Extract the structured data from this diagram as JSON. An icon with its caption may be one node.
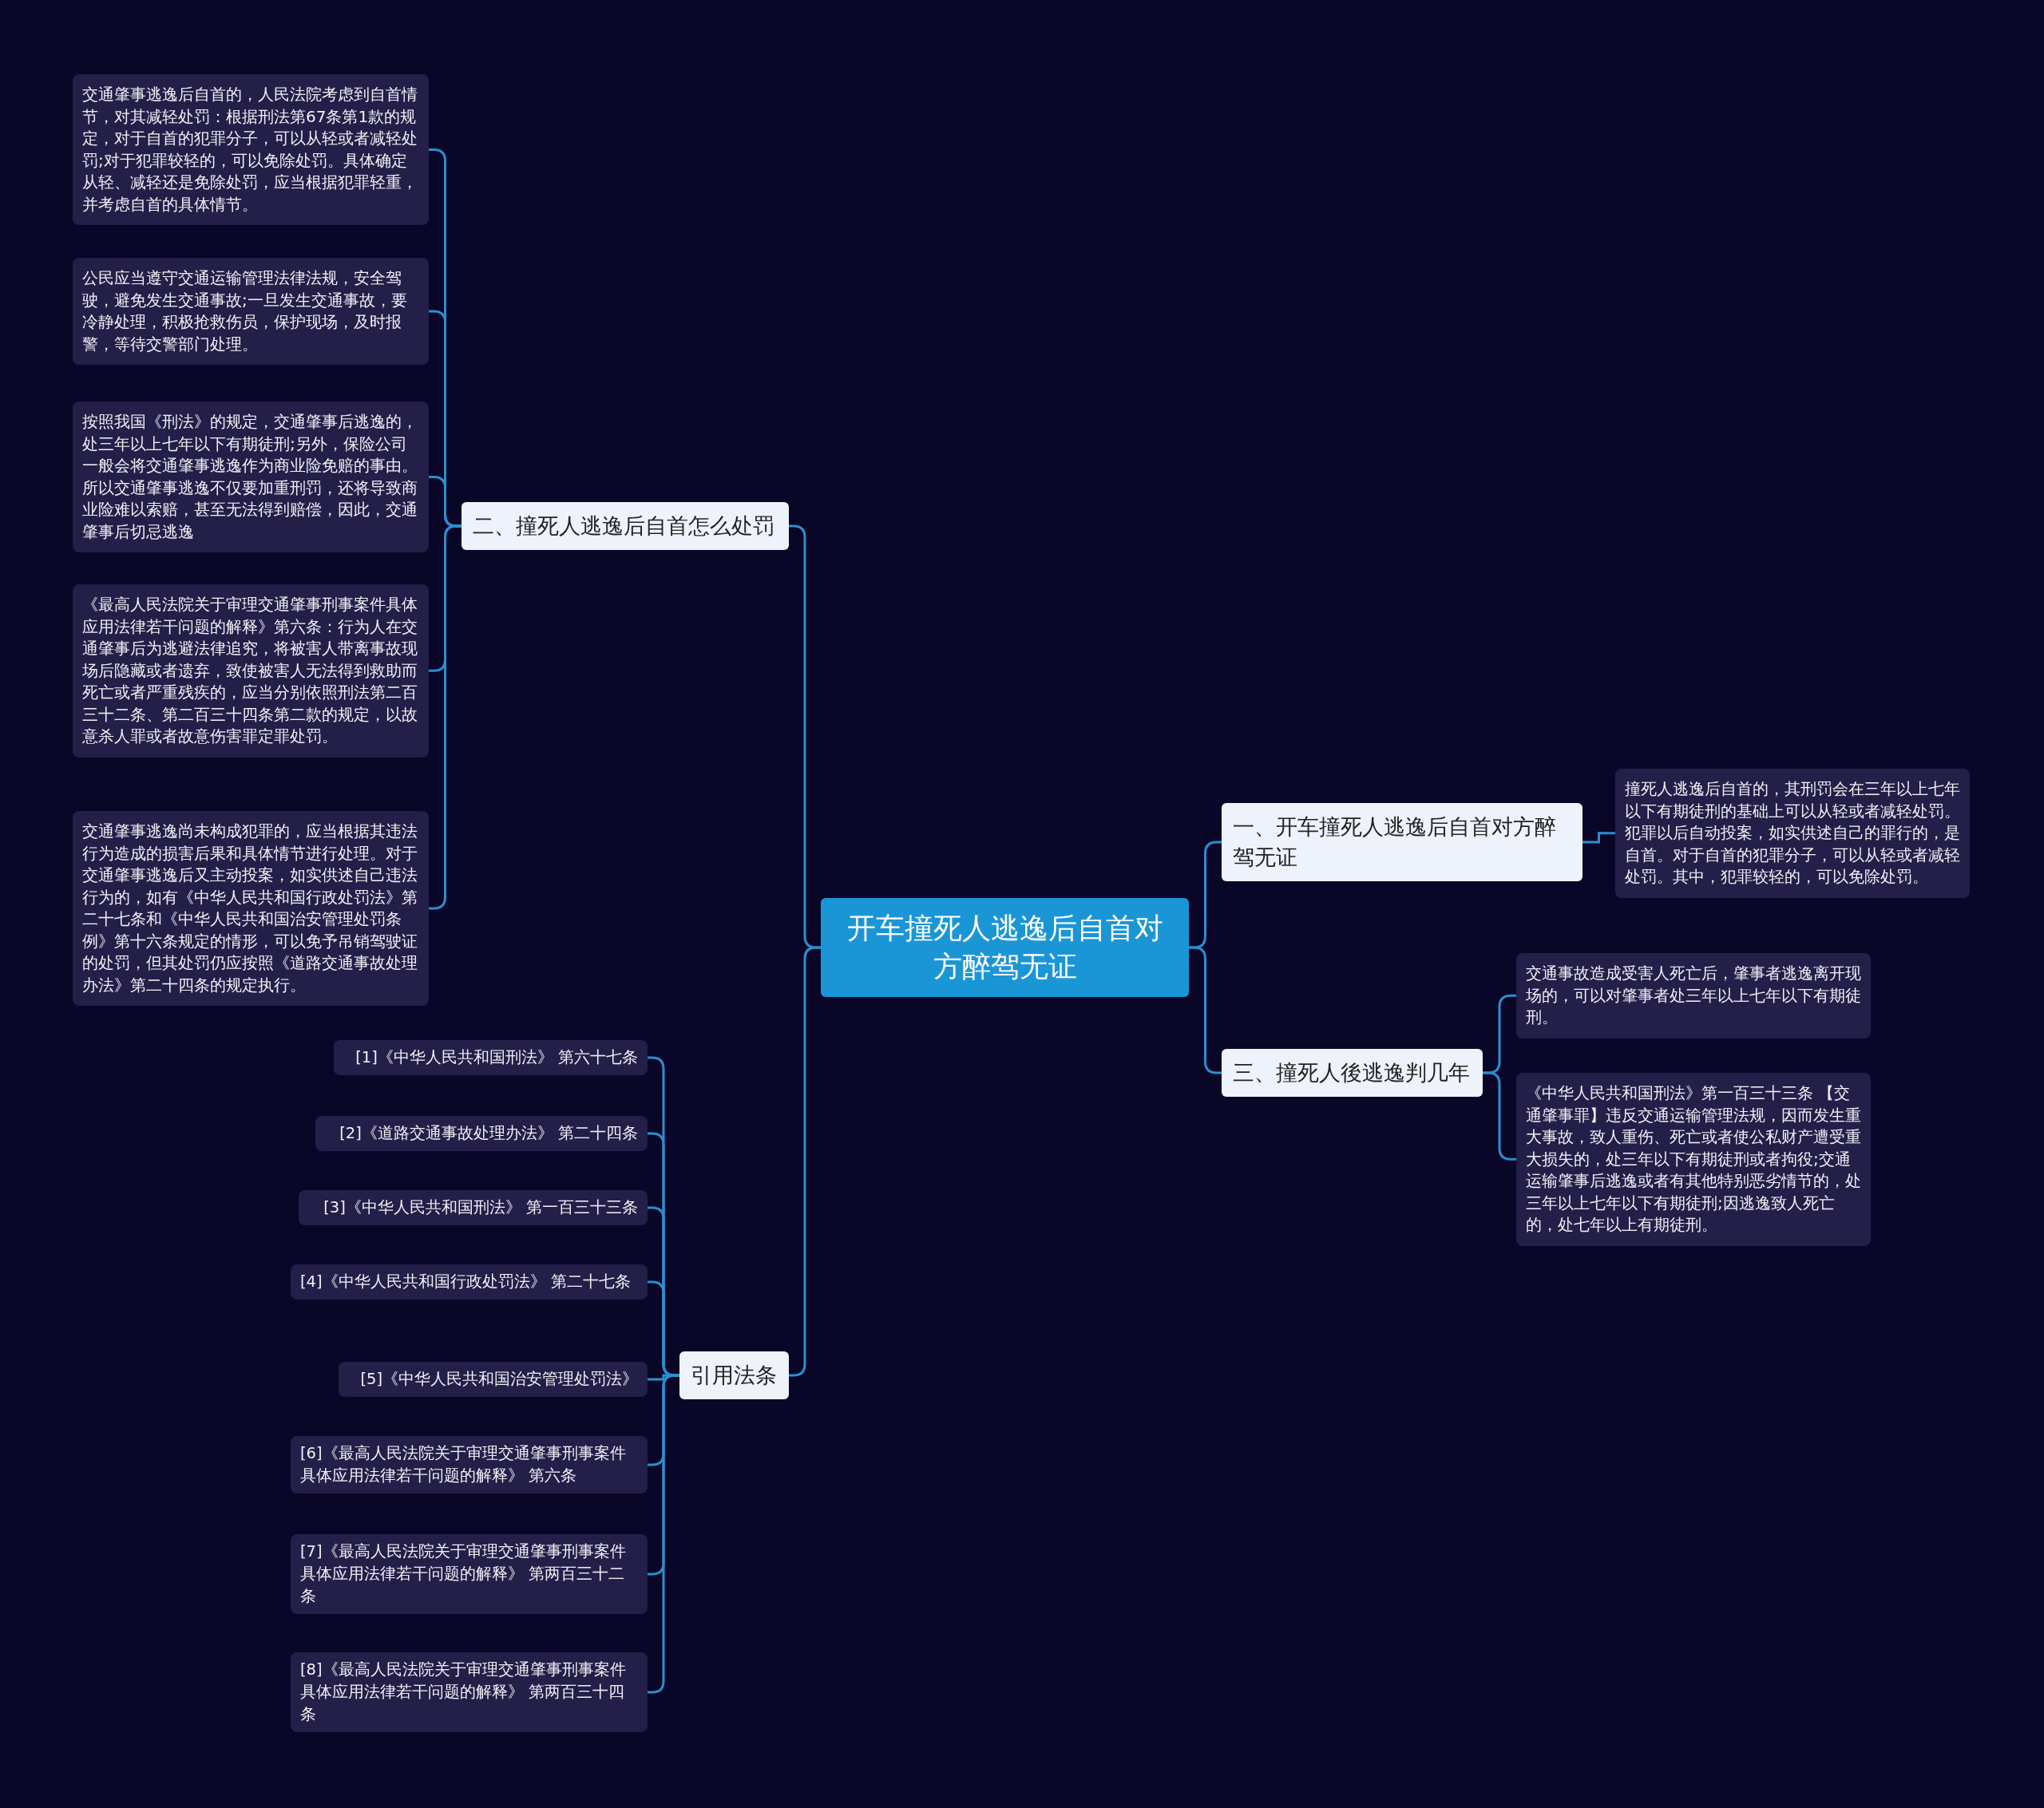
{
  "diagram": {
    "nodes": [
      {
        "text": [
          "开车撞死人逃逸后自首对方醉驾无证"
        ]
      },
      {
        "text": [
          "一、开车撞死人逃逸后自首对方醉驾无证"
        ]
      },
      {
        "text": [
          "撞死人逃逸后自首的，其刑罚会在三年以上七年以下有期徒刑的基础上可以从轻或者减轻处罚。犯罪以后自动投案，如实供述自己的罪行的，是自首。对于自首的犯罪分子，可以从轻或者减轻处罚。其中，犯罪较轻的，可以免除处罚。"
        ]
      },
      {
        "text": [
          "三、撞死人後逃逸判几年"
        ]
      },
      {
        "text": [
          "交通事故造成受害人死亡后，肇事者逃逸离开现场的，可以对肇事者处三年以上七年以下有期徒刑。"
        ]
      },
      {
        "text": [
          "《中华人民共和国刑法》第一百三十三条 【交通肇事罪】违反交通运输管理法规，因而发生重大事故，致人重伤、死亡或者使公私财产遭受重大损失的，处三年以下有期徒刑或者拘役;交通运输肇事后逃逸或者有其他特别恶劣情节的，处三年以上七年以下有期徒刑;因逃逸致人死亡的，处七年以上有期徒刑。"
        ]
      },
      {
        "text": [
          "二、撞死人逃逸后自首怎么处罚"
        ]
      },
      {
        "text": [
          "交通肇事逃逸后自首的，人民法院考虑到自首情节，对其减轻处罚：根据刑法第67条第1款的规定，对于自首的犯罪分子，可以从轻或者减轻处罚;对于犯罪较轻的，可以免除处罚。具体确定从轻、减轻还是免除处罚，应当根据犯罪轻重，并考虑自首的具体情节。"
        ]
      },
      {
        "text": [
          "公民应当遵守交通运输管理法律法规，安全驾驶，避免发生交通事故;一旦发生交通事故，要冷静处理，积极抢救伤员，保护现场，及时报警，等待交警部门处理。"
        ]
      },
      {
        "text": [
          "按照我国《刑法》的规定，交通肇事后逃逸的，处三年以上七年以下有期徒刑;另外，保险公司一般会将交通肇事逃逸作为商业险免赔的事由。所以交通肇事逃逸不仅要加重刑罚，还将导致商业险难以索赔，甚至无法得到赔偿，因此，交通肇事后切忌逃逸"
        ]
      },
      {
        "text": [
          "《最高人民法院关于审理交通肇事刑事案件具体应用法律若干问题的解释》第六条：行为人在交通肇事后为逃避法律追究，将被害人带离事故现场后隐藏或者遗弃，致使被害人无法得到救助而死亡或者严重残疾的，应当分别依照刑法第二百三十二条、第二百三十四条第二款的规定，以故意杀人罪或者故意伤害罪定罪处罚。"
        ]
      },
      {
        "text": [
          "交通肇事逃逸尚未构成犯罪的，应当根据其违法行为造成的损害后果和具体情节进行处理。对于交通肇事逃逸后又主动投案，如实供述自己违法行为的，如有《中华人民共和国行政处罚法》第二十七条和《中华人民共和国治安管理处罚条例》第十六条规定的情形，可以免予吊销驾驶证的处罚，但其处罚仍应按照《道路交通事故处理办法》第二十四条的规定执行。"
        ]
      },
      {
        "text": [
          "引用法条"
        ]
      },
      {
        "text": [
          "[1]《中华人民共和国刑法》 第六十七条"
        ]
      },
      {
        "text": [
          "[2]《道路交通事故处理办法》 第二十四条"
        ]
      },
      {
        "text": [
          "[3]《中华人民共和国刑法》 第一百三十三条"
        ]
      },
      {
        "text": [
          "[4]《中华人民共和国行政处罚法》 第二十七条"
        ]
      },
      {
        "text": [
          "[5]《中华人民共和国治安管理处罚法》"
        ]
      },
      {
        "text": [
          "[6]《最高人民法院关于审理交通肇事刑事案件具体应用法律若干问题的解释》 第六条"
        ]
      },
      {
        "text": [
          "[7]《最高人民法院关于审理交通肇事刑事案件具体应用法律若干问题的解释》 第两百三十二条"
        ]
      },
      {
        "text": [
          "[8]《最高人民法院关于审理交通肇事刑事案件具体应用法律若干问题的解释》 第两百三十四条"
        ]
      }
    ],
    "edges": [
      {
        "from": 0,
        "to": 1,
        "arrow": "none"
      },
      {
        "from": 1,
        "to": 2,
        "arrow": "none"
      },
      {
        "from": 0,
        "to": 3,
        "arrow": "none"
      },
      {
        "from": 3,
        "to": 4,
        "arrow": "none"
      },
      {
        "from": 3,
        "to": 5,
        "arrow": "none"
      },
      {
        "from": 0,
        "to": 6,
        "arrow": "none"
      },
      {
        "from": 6,
        "to": 7,
        "arrow": "none"
      },
      {
        "from": 6,
        "to": 8,
        "arrow": "none"
      },
      {
        "from": 6,
        "to": 9,
        "arrow": "none"
      },
      {
        "from": 6,
        "to": 10,
        "arrow": "none"
      },
      {
        "from": 6,
        "to": 11,
        "arrow": "none"
      },
      {
        "from": 0,
        "to": 12,
        "arrow": "none"
      },
      {
        "from": 12,
        "to": 13,
        "arrow": "none"
      },
      {
        "from": 12,
        "to": 14,
        "arrow": "none"
      },
      {
        "from": 12,
        "to": 15,
        "arrow": "none"
      },
      {
        "from": 12,
        "to": 16,
        "arrow": "none"
      },
      {
        "from": 12,
        "to": 17,
        "arrow": "none"
      },
      {
        "from": 12,
        "to": 18,
        "arrow": "none"
      },
      {
        "from": 12,
        "to": 19,
        "arrow": "none"
      },
      {
        "from": 12,
        "to": 20,
        "arrow": "none"
      }
    ]
  }
}
